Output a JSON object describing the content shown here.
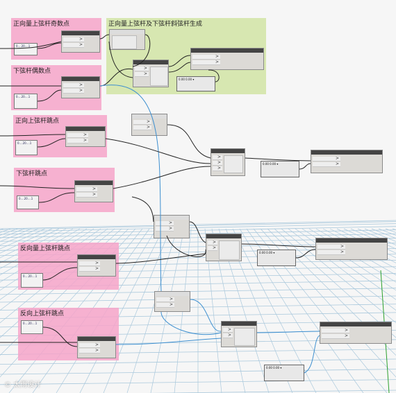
{
  "groups": [
    {
      "title": "正向量上弦杆奇数点"
    },
    {
      "title": "正向量上弦杆及下弦杆斜弦杆生成"
    },
    {
      "title": "下弦杆偶数点"
    },
    {
      "title": "正向上弦杆跳点"
    },
    {
      "title": "下弦杆跳点"
    },
    {
      "title": "反向量上弦杆跳点"
    },
    {
      "title": "反向上弦杆跳点"
    }
  ],
  "sliders": [
    {
      "value": "0....20....1"
    },
    {
      "value": "0....20....1"
    },
    {
      "value": "0....20....1"
    },
    {
      "value": "0....20....1"
    },
    {
      "value": "0....20....1"
    },
    {
      "value": "0....20....1"
    }
  ],
  "dropdowns": [
    {
      "value": "0.00  0.00"
    },
    {
      "value": "0.00  0.00"
    },
    {
      "value": "0.00  0.00"
    },
    {
      "value": "0.00  0.00"
    }
  ],
  "watermark": "© 太雨设计",
  "colors": {
    "pink_group": "#f6a5c9",
    "green_group": "#d4e6aa",
    "node_header": "#444444",
    "wire_dark": "#222222",
    "wire_blue": "#3d8fd0",
    "grid": "#a9c8dc"
  }
}
